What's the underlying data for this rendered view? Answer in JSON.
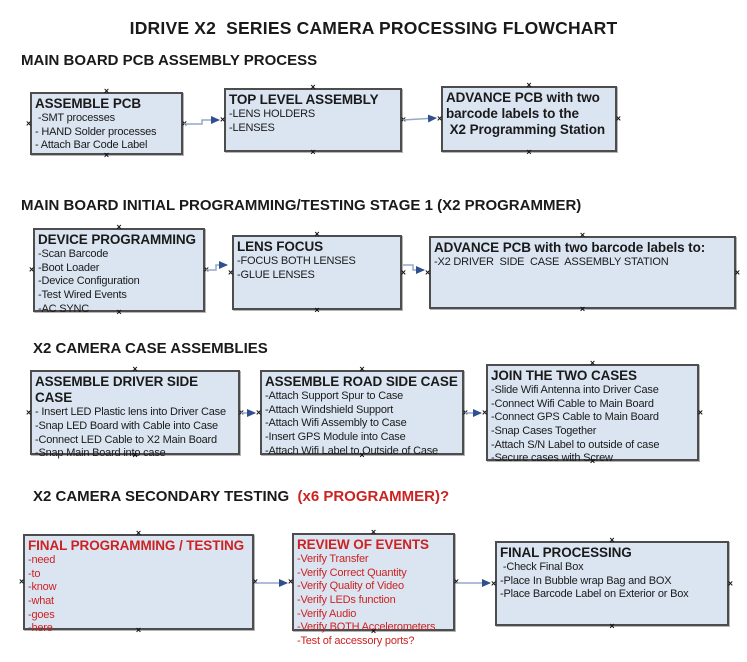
{
  "title": "IDRIVE X2  SERIES CAMERA PROCESSING FLOWCHART",
  "icons": {
    "anchor_glyph": "×"
  },
  "colors": {
    "box_fill": "#dbe5f1",
    "box_border": "#4d4d4d",
    "red_text": "#cc2222",
    "connector_line": "#93a9cb",
    "connector_arrowhead": "#2f4f8f"
  },
  "sections": [
    {
      "heading": "MAIN BOARD PCB ASSEMBLY PROCESS",
      "boxes": [
        {
          "title": "ASSEMBLE PCB",
          "items": [
            " -SMT processes",
            "- HAND Solder processes",
            "- Attach Bar Code Label"
          ]
        },
        {
          "title": "TOP LEVEL ASSEMBLY",
          "items": [
            "-LENS HOLDERS",
            "-LENSES"
          ]
        },
        {
          "title": "ADVANCE PCB with two\nbarcode labels to the\n X2 Programming Station",
          "items": []
        }
      ]
    },
    {
      "heading": "MAIN BOARD INITIAL PROGRAMMING/TESTING STAGE 1 (X2 PROGRAMMER)",
      "boxes": [
        {
          "title": "DEVICE PROGRAMMING",
          "items": [
            "-Scan Barcode",
            "-Boot Loader",
            "-Device Configuration",
            "-Test Wired Events",
            "-AC SYNC"
          ]
        },
        {
          "title": "LENS FOCUS",
          "items": [
            "-FOCUS BOTH LENSES",
            "-GLUE LENSES"
          ]
        },
        {
          "title": "ADVANCE PCB with two barcode labels to:",
          "items": [
            "-X2 DRIVER  SIDE  CASE  ASSEMBLY STATION"
          ]
        }
      ]
    },
    {
      "heading": "X2 CAMERA CASE ASSEMBLIES",
      "boxes": [
        {
          "title": "ASSEMBLE DRIVER SIDE CASE",
          "items": [
            "- Insert LED Plastic lens into Driver Case",
            "-Snap LED Board with Cable into Case",
            "-Connect LED Cable to X2 Main Board",
            "-Snap Main Board into case"
          ]
        },
        {
          "title": "ASSEMBLE ROAD SIDE CASE",
          "items": [
            "-Attach Support Spur to Case",
            "-Attach Windshield Support",
            "-Attach Wifi Assembly to Case",
            "-Insert GPS Module into Case",
            "-Attach Wifi Label to Outside of Case"
          ]
        },
        {
          "title": "JOIN THE TWO CASES",
          "items": [
            "-Slide Wifi Antenna into Driver Case",
            "-Connect Wifi Cable to Main Board",
            "-Connect GPS Cable to Main Board",
            "-Snap Cases Together",
            "-Attach S/N Label to outside of case",
            "-Secure cases with Screw"
          ]
        }
      ]
    },
    {
      "heading": "X2 CAMERA SECONDARY TESTING ",
      "heading_red": " (x6 PROGRAMMER)?",
      "boxes": [
        {
          "title": "FINAL PROGRAMMING / TESTING",
          "items": [
            "-need",
            "-to",
            "-know",
            "-what",
            "-goes",
            "-here"
          ]
        },
        {
          "title": "REVIEW OF EVENTS",
          "items": [
            "-Verify Transfer",
            "-Verify Correct Quantity",
            "-Verify Quality of Video",
            "-Verify LEDs function",
            "-Verify Audio",
            "-Verify BOTH Accelerometers",
            "-Test of accessory ports?"
          ]
        },
        {
          "title": "FINAL PROCESSING",
          "items": [
            " -Check Final Box",
            "-Place In Bubble wrap Bag and BOX",
            "-Place Barcode Label on Exterior or Box"
          ]
        }
      ]
    }
  ]
}
